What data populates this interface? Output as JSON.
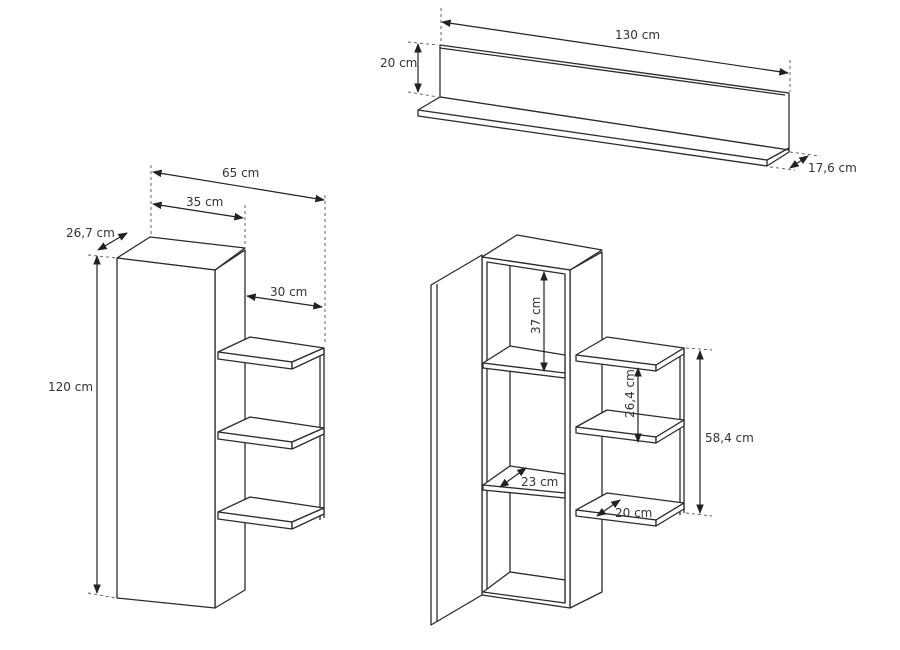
{
  "wall_shelf": {
    "width_label": "130 cm",
    "height_label": "20 cm",
    "depth_label": "17,6 cm"
  },
  "closed_cabinet": {
    "total_width_label": "65 cm",
    "cabinet_width_label": "35 cm",
    "shelf_width_label": "30 cm",
    "depth_label": "26,7 cm",
    "height_label": "120 cm"
  },
  "open_cabinet": {
    "compartment_height_label": "37 cm",
    "side_shelf_spacing_label": "26,4 cm",
    "side_unit_height_label": "58,4 cm",
    "inner_depth_label": "23 cm",
    "side_shelf_depth_label": "20 cm"
  }
}
